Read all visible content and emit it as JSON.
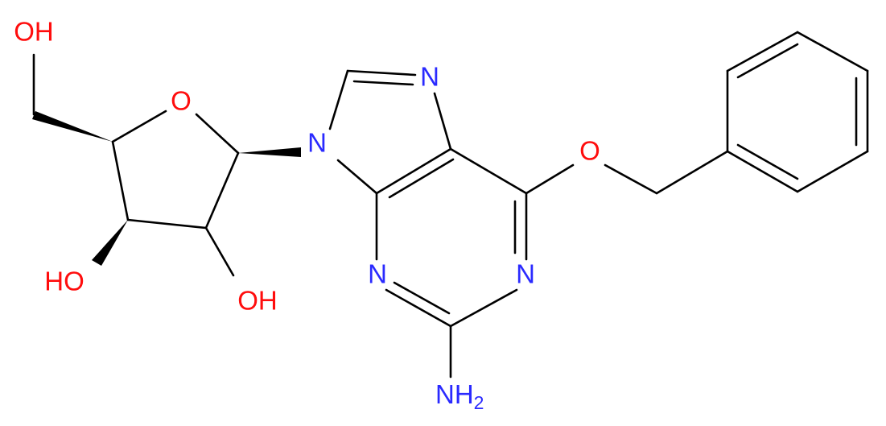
{
  "colors": {
    "bond": "#000000",
    "nitrogen": "#2a2aff",
    "oxygen": "#ff0d0d",
    "background": "#ffffff"
  },
  "atoms": {
    "oh_5prime": {
      "text": "OH",
      "element": "O"
    },
    "ring_oxygen": {
      "text": "O",
      "element": "O"
    },
    "n9": {
      "text": "N",
      "element": "N"
    },
    "n7": {
      "text": "N",
      "element": "N"
    },
    "ether_oxygen": {
      "text": "O",
      "element": "O"
    },
    "n3": {
      "text": "N",
      "element": "N"
    },
    "n1": {
      "text": "N",
      "element": "N"
    },
    "oh_3prime": {
      "text": "HO",
      "element": "O"
    },
    "oh_2prime": {
      "text": "OH",
      "element": "O"
    },
    "amine": {
      "text": "NH",
      "subscript": "2",
      "element": "N"
    }
  }
}
